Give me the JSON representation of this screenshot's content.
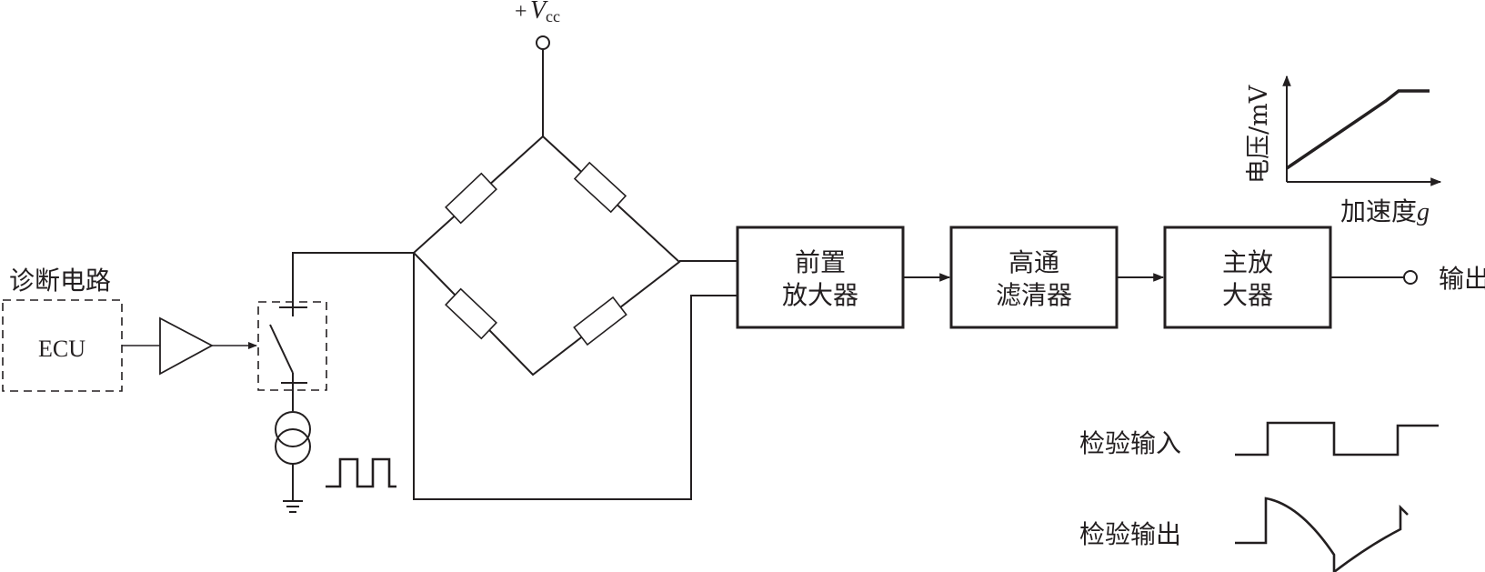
{
  "supply": {
    "prefix": "+",
    "symbol": "V",
    "subscript": "cc"
  },
  "diagnostic": {
    "label": "诊断电路",
    "ecu": "ECU"
  },
  "blocks": {
    "preamp": [
      "前置",
      "放大器"
    ],
    "hpf": [
      "高通",
      "滤清器"
    ],
    "mainamp": [
      "主放",
      "大器"
    ]
  },
  "output_label": "输出",
  "graph": {
    "ylabel": "电压/mV",
    "xlabel_text": "加速度",
    "xlabel_var": "g"
  },
  "test": {
    "input_label": "检验输入",
    "output_label": "检验输出"
  },
  "colors": {
    "ink": "#231f20",
    "background": "#ffffff"
  }
}
